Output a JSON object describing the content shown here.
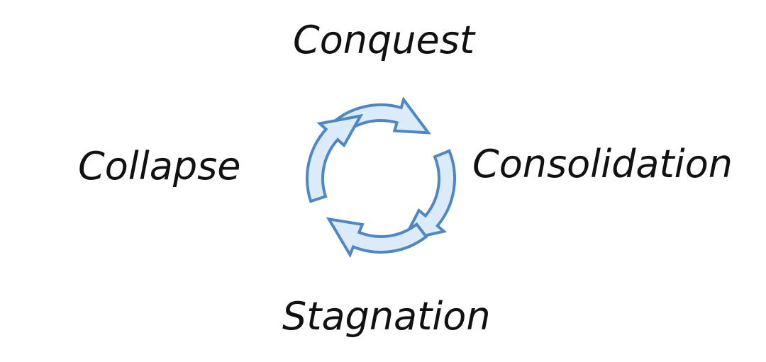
{
  "diagram": {
    "type": "cycle",
    "nodes": [
      {
        "id": "top",
        "label": "Conquest"
      },
      {
        "id": "right",
        "label": "Consolidation"
      },
      {
        "id": "bottom",
        "label": "Stagnation"
      },
      {
        "id": "left",
        "label": "Collapse"
      }
    ],
    "arrow_fill": "#dcebf9",
    "arrow_stroke": "#4f87c4",
    "text_color": "#111111"
  }
}
